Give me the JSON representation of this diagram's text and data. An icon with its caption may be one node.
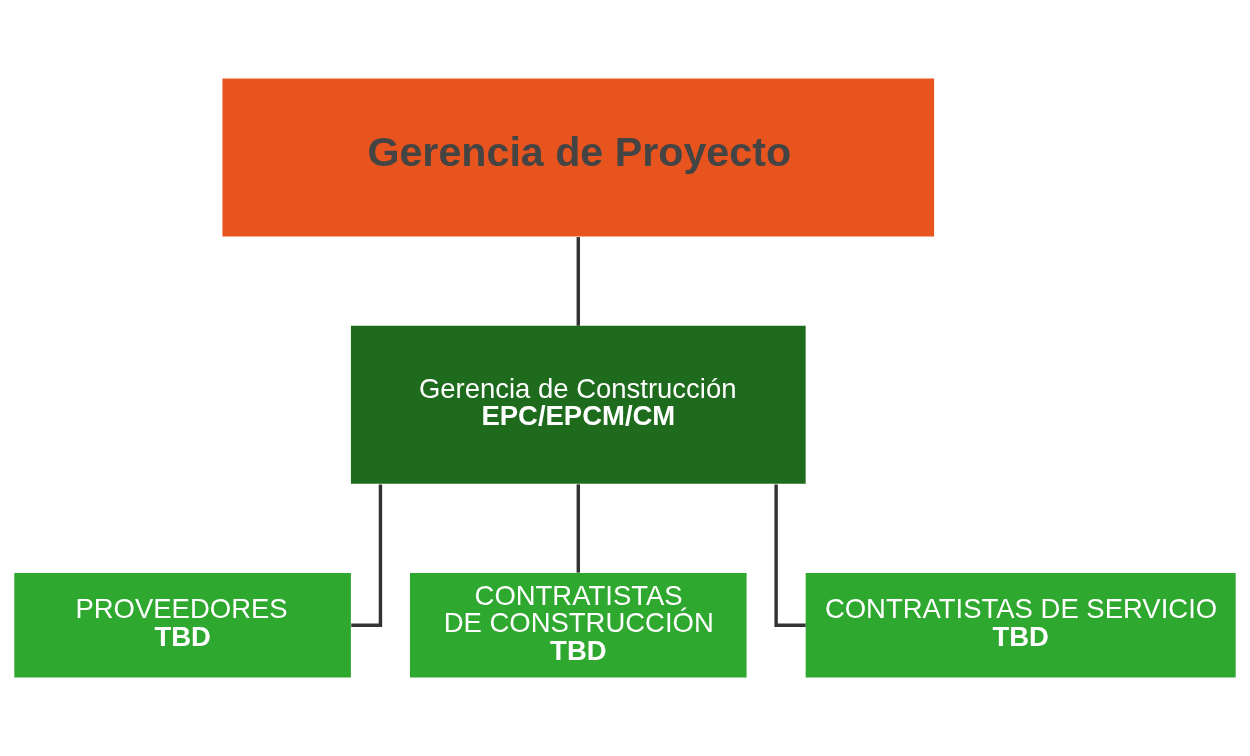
{
  "diagram": {
    "nodes": [
      {
        "text": [
          "Gerencia de Proyecto"
        ]
      },
      {
        "text": [
          "Gerencia de Construcción",
          "EPC/EPCM/CM"
        ]
      },
      {
        "text": [
          "PROVEEDORES",
          "TBD"
        ]
      },
      {
        "text": [
          "CONTRATISTAS DE CONSTRUCCIÓN",
          "TBD"
        ]
      },
      {
        "text": [
          "CONTRATISTAS DE SERVICIO",
          "TBD"
        ]
      }
    ],
    "edges": [
      {
        "from": 0,
        "to": 1,
        "arrow": "none"
      },
      {
        "from": 1,
        "to": 2,
        "arrow": "none"
      },
      {
        "from": 1,
        "to": 3,
        "arrow": "none"
      },
      {
        "from": 1,
        "to": 4,
        "arrow": "none"
      }
    ]
  }
}
